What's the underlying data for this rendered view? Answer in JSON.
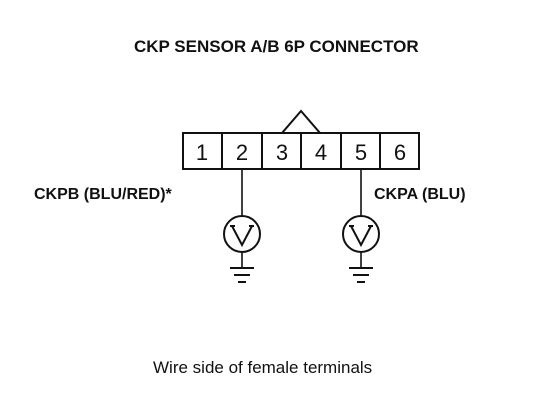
{
  "title": "CKP SENSOR A/B 6P CONNECTOR",
  "connector": {
    "pins": [
      "1",
      "2",
      "3",
      "4",
      "5",
      "6"
    ]
  },
  "wires": [
    {
      "pin": "2",
      "label": "CKPB (BLU/RED)*",
      "probe_symbol": "voltmeter-icon",
      "ground_symbol": "ground-icon"
    },
    {
      "pin": "5",
      "label": "CKPA (BLU)",
      "probe_symbol": "voltmeter-icon",
      "ground_symbol": "ground-icon"
    }
  ],
  "caption": "Wire side of female terminals"
}
